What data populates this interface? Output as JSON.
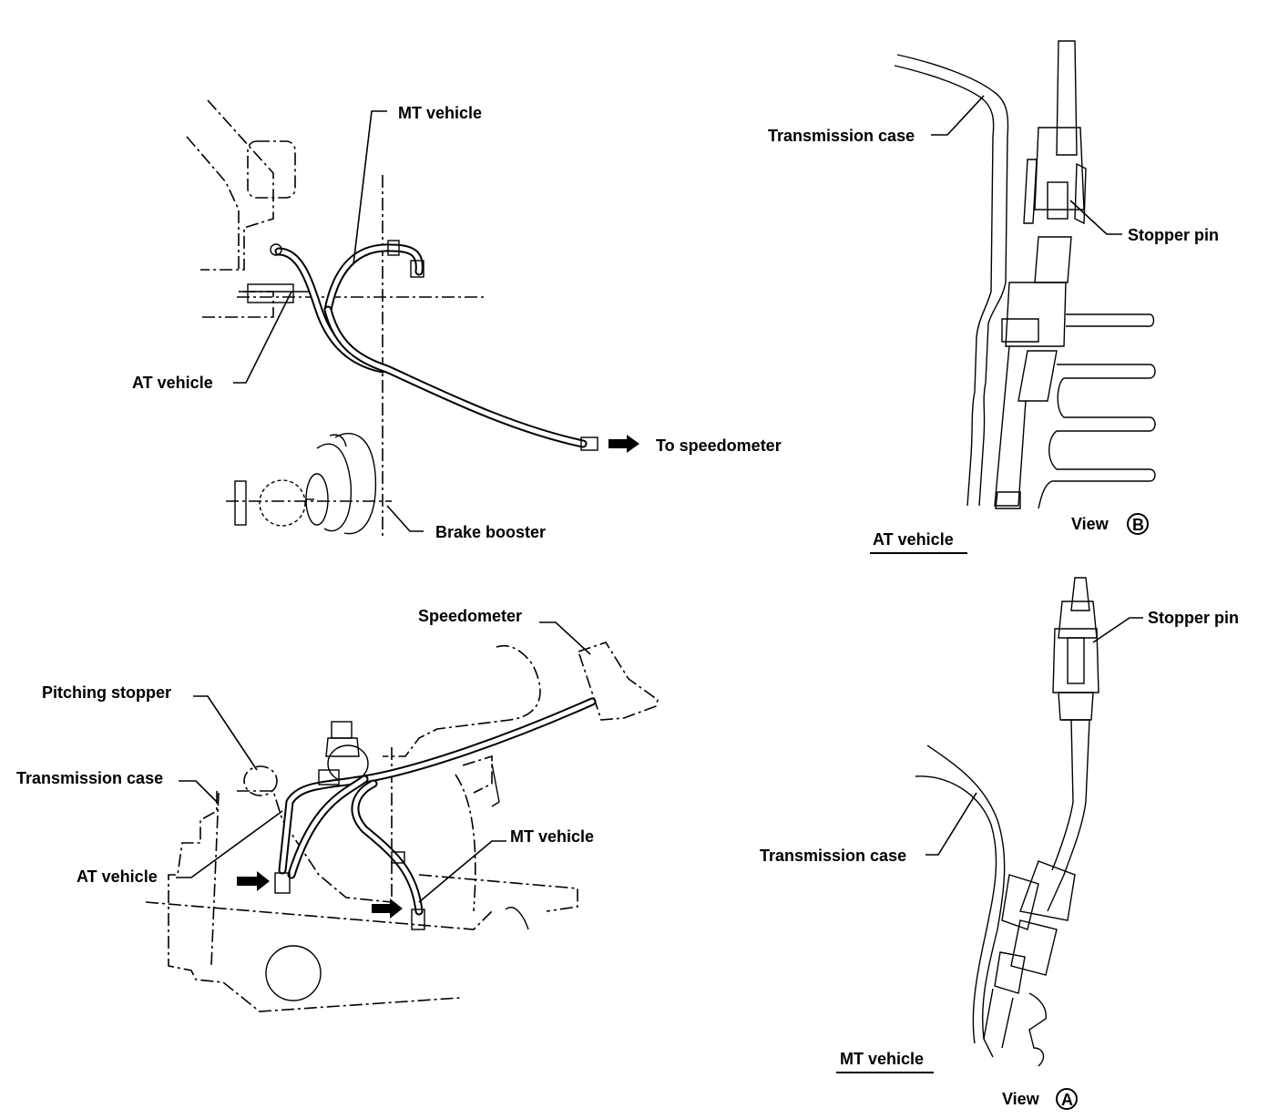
{
  "labels": {
    "mt_vehicle_top": "MT vehicle",
    "at_vehicle_top": "AT vehicle",
    "to_speedometer": "To speedometer",
    "brake_booster": "Brake booster",
    "speedometer": "Speedometer",
    "pitching_stopper": "Pitching stopper",
    "transmission_case_bl": "Transmission case",
    "at_vehicle_bl": "AT vehicle",
    "mt_vehicle_bl": "MT vehicle",
    "transmission_case_tr": "Transmission case",
    "stopper_pin_tr": "Stopper pin",
    "view_b": "View",
    "view_b_letter": "B",
    "at_vehicle_tr": "AT vehicle",
    "stopper_pin_br": "Stopper pin",
    "transmission_case_br": "Transmission case",
    "mt_vehicle_br": "MT vehicle",
    "view_a": "View",
    "view_a_letter": "A"
  },
  "colors": {
    "ink": "#000000",
    "paper": "#ffffff"
  },
  "icons": [
    "arrow-right-icon",
    "circled-letter-b-icon",
    "circled-letter-a-icon"
  ]
}
